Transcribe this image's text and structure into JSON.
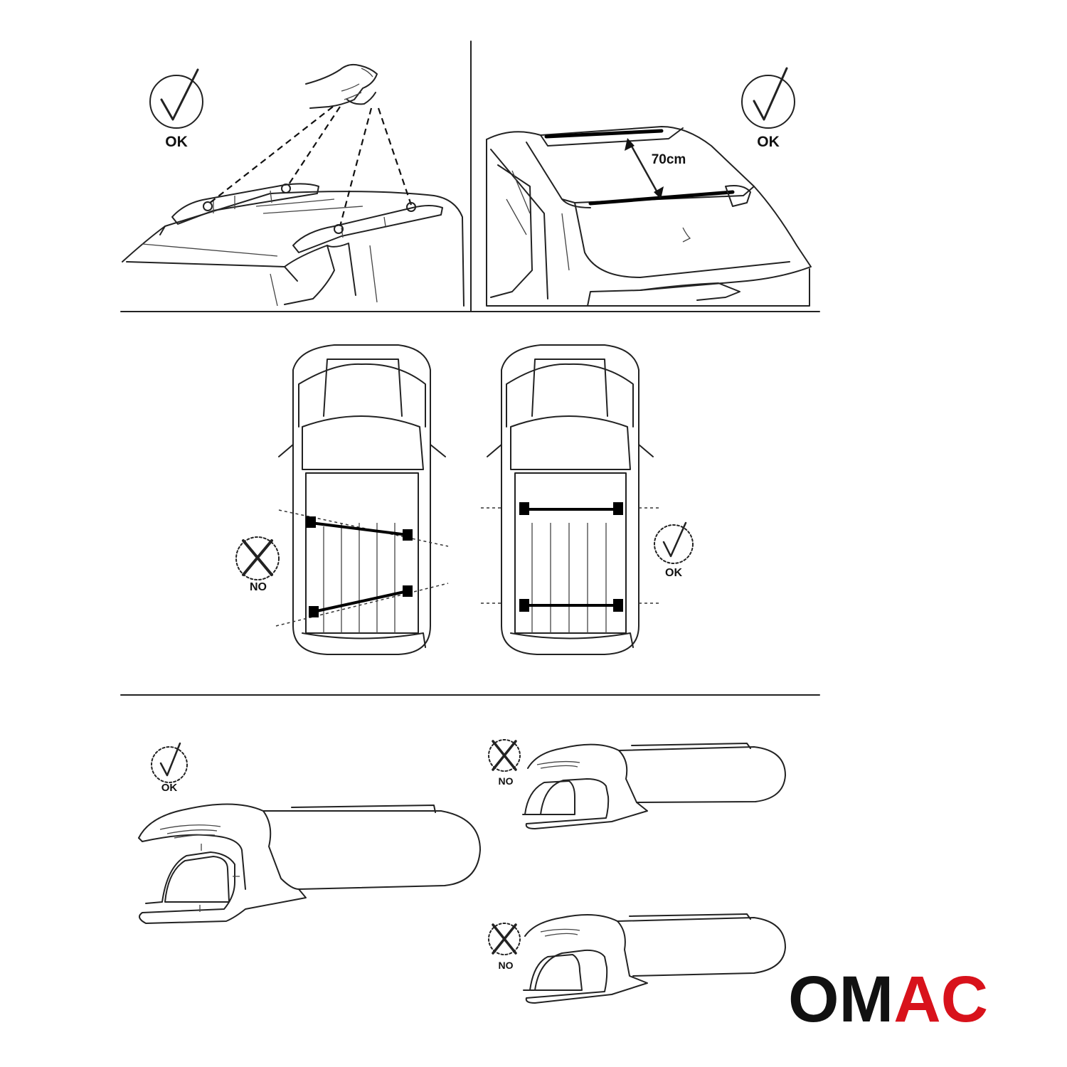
{
  "labels": {
    "ok": "OK",
    "no": "NO",
    "distance": "70cm"
  },
  "brand": {
    "part1": "OM",
    "part2": "AC",
    "color_dark": "#111111",
    "color_red": "#d8121b"
  },
  "icons": {
    "approve": "check-mark-in-circle",
    "reject": "x-mark-in-circle"
  }
}
